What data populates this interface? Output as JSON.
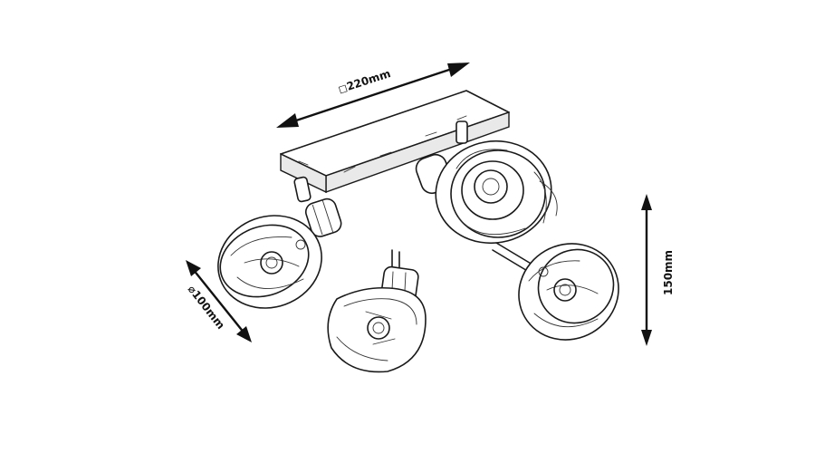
{
  "dimensions": {
    "width_label": "220mm",
    "width_symbol": "◻",
    "diameter_label": "100mm",
    "diameter_symbol": "⌀",
    "height_label": "150mm"
  },
  "colors": {
    "line": "#1a1a1a",
    "background": "#ffffff"
  }
}
